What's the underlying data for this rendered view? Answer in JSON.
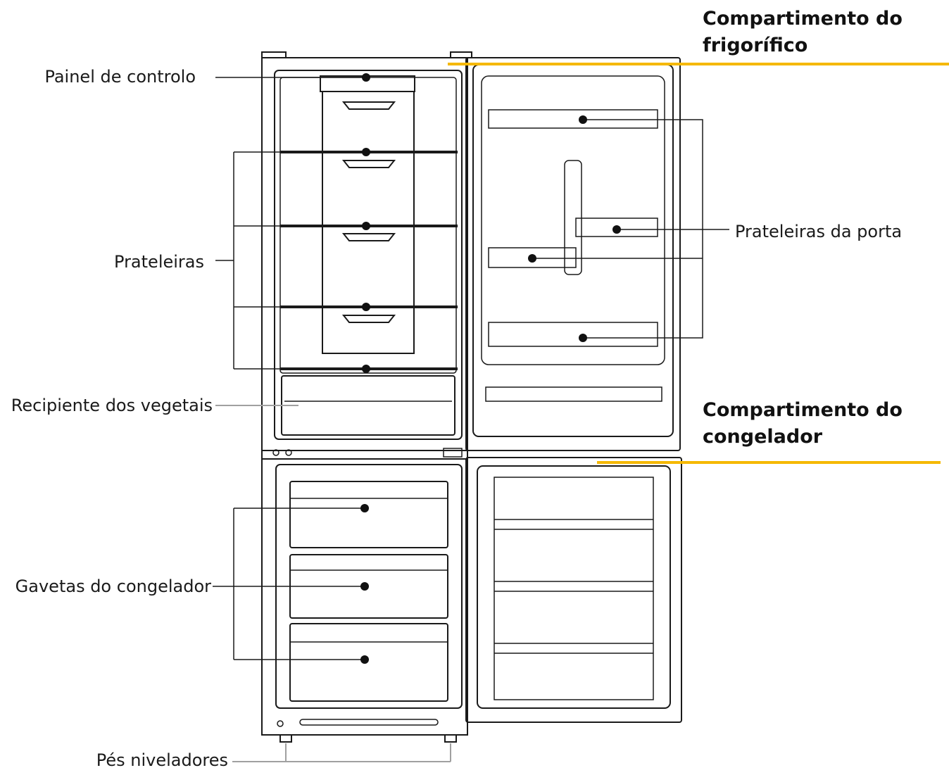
{
  "compartments": {
    "fridge": {
      "line1": "Compartimento do",
      "line2": "frigorífico"
    },
    "freezer": {
      "line1": "Compartimento do",
      "line2": "congelador"
    }
  },
  "labels": {
    "control_panel": "Painel de controlo",
    "shelves": "Prateleiras",
    "vegetable_crisper": "Recipiente dos vegetais",
    "freezer_drawers": "Gavetas do congelador",
    "leveling_feet": "Pés niveladores",
    "door_shelves": "Prateleiras da porta"
  },
  "colors": {
    "accent": "#F5B800",
    "line": "#1a1a1a",
    "leader_grey": "#a0a0a0"
  }
}
